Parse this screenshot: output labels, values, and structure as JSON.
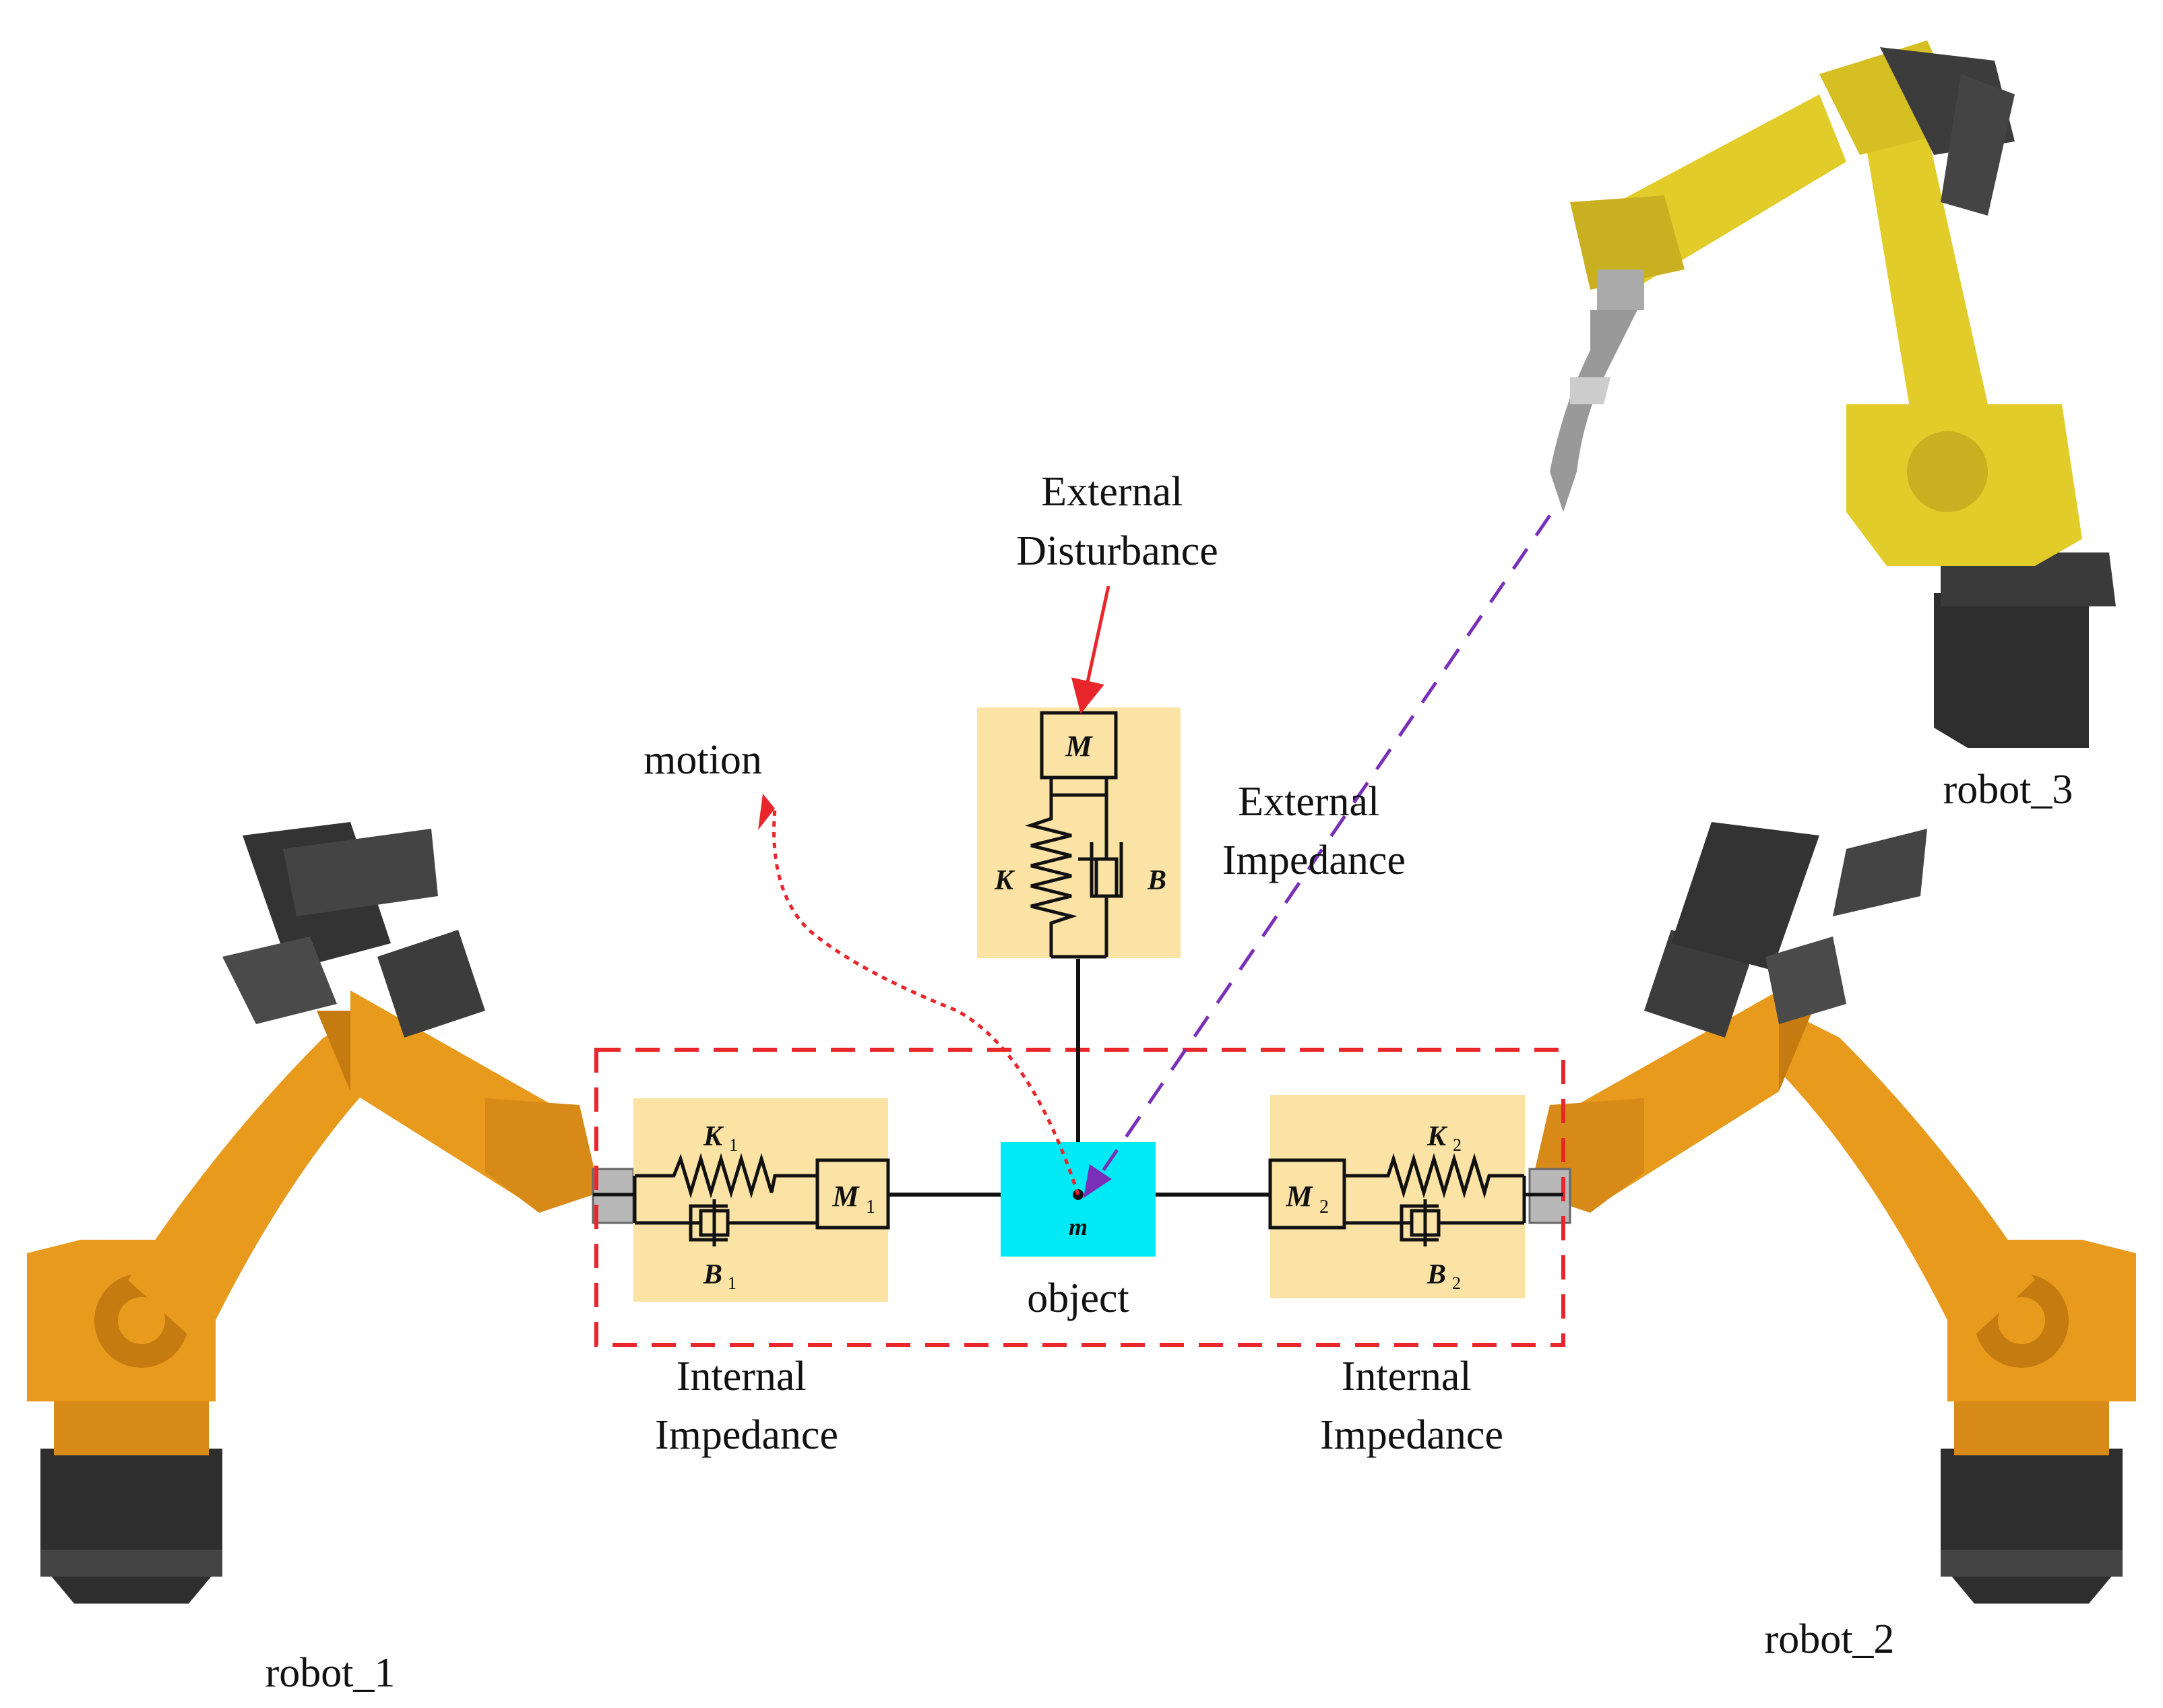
{
  "labels": {
    "external_disturbance": [
      "External",
      "Disturbance"
    ],
    "external_impedance": [
      "External",
      "Impedance"
    ],
    "internal_impedance_left": [
      "Internal",
      "Impedance"
    ],
    "internal_impedance_right": [
      "Internal",
      "Impedance"
    ],
    "motion": "motion",
    "object": "object",
    "robot_1": "robot_1",
    "robot_2": "robot_2",
    "robot_3": "robot_3"
  },
  "external_block": {
    "mass": "M",
    "spring": "K",
    "damper": "B"
  },
  "left_block": {
    "mass": "M",
    "mass_sub": "1",
    "spring": "K",
    "spring_sub": "1",
    "damper": "B",
    "damper_sub": "1"
  },
  "right_block": {
    "mass": "M",
    "mass_sub": "2",
    "spring": "K",
    "spring_sub": "2",
    "damper": "B",
    "damper_sub": "2"
  },
  "object_mass": "m",
  "colors": {
    "impedance_box": "#fbe3a6",
    "object_box": "#00eaf6",
    "dashed_frame": "#e8262b",
    "disturbance_arrow": "#e8262b",
    "motion_path": "#e8262b",
    "robot3_path": "#7a2fb8",
    "robot_orange": "#e89a1c",
    "robot_yellow": "#e2cc2a",
    "robot_dark": "#3c3c3c"
  },
  "icons": [
    "robot-arm-icon",
    "spring-icon",
    "damper-icon"
  ]
}
